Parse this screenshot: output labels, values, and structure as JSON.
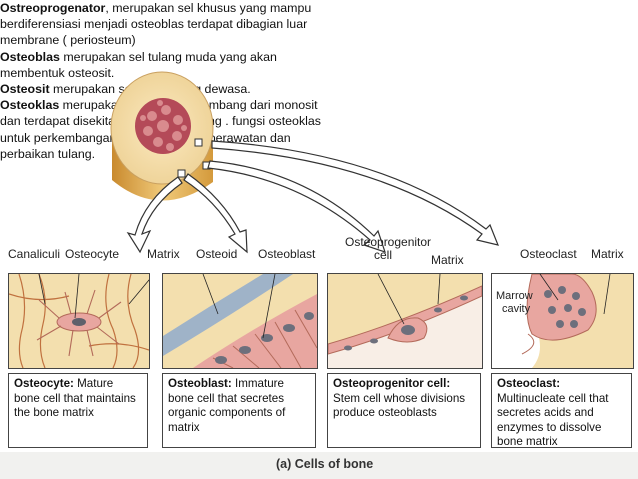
{
  "intro": {
    "p1_bold": "Ostreoprogenator",
    "p1_text": ", merupakan sel khusus yang mampu berdiferensiasi menjadi osteoblas terdapat dibagian luar membrane ( periosteum)",
    "p2_bold": "Osteoblas",
    "p2_text": " merupakan sel tulang muda yang akan membentuk osteosit.",
    "p3_bold": "Osteosit",
    "p3_text": " merupakan sel – sel tulang dewasa.",
    "p4_bold": "Osteoklas",
    "p4_text": " merupakan sel yang berkembang dari monosit dan terdapat disekitar permukaan tulang . fungsi osteoklas untuk perkembangan, pemeliharaan , perawatan dan perbaikan tulang."
  },
  "labels": {
    "canaliculi": "Canaliculi",
    "osteocyte": "Osteocyte",
    "matrix1": "Matrix",
    "osteoid": "Osteoid",
    "osteoblast": "Osteoblast",
    "osteoprogenitor_line1": "Osteoprogenitor",
    "osteoprogenitor_line2": "cell",
    "matrix2": "Matrix",
    "osteoclast": "Osteoclast",
    "matrix3": "Matrix",
    "marrow_line1": "Marrow",
    "marrow_line2": "cavity"
  },
  "captions": {
    "osteocyte_bold": "Osteocyte:",
    "osteocyte_text": " Mature bone cell that maintains the bone matrix",
    "osteoblast_bold": "Osteoblast:",
    "osteoblast_text": " Immature bone cell that secretes organic components of matrix",
    "osteoprogenitor_bold": "Osteoprogenitor cell:",
    "osteoprogenitor_text": " Stem cell whose divisions produce osteoblasts",
    "osteoclast_bold": "Osteoclast:",
    "osteoclast_text": " Multinucleate cell that secretes acids and enzymes to dissolve bone matrix"
  },
  "footer": {
    "title": "(a) Cells of bone"
  },
  "colors": {
    "bone": "#f3dfae",
    "cell": "#e8a6a0",
    "nucleus": "#7d7f8c",
    "marrow": "#b44a58"
  }
}
